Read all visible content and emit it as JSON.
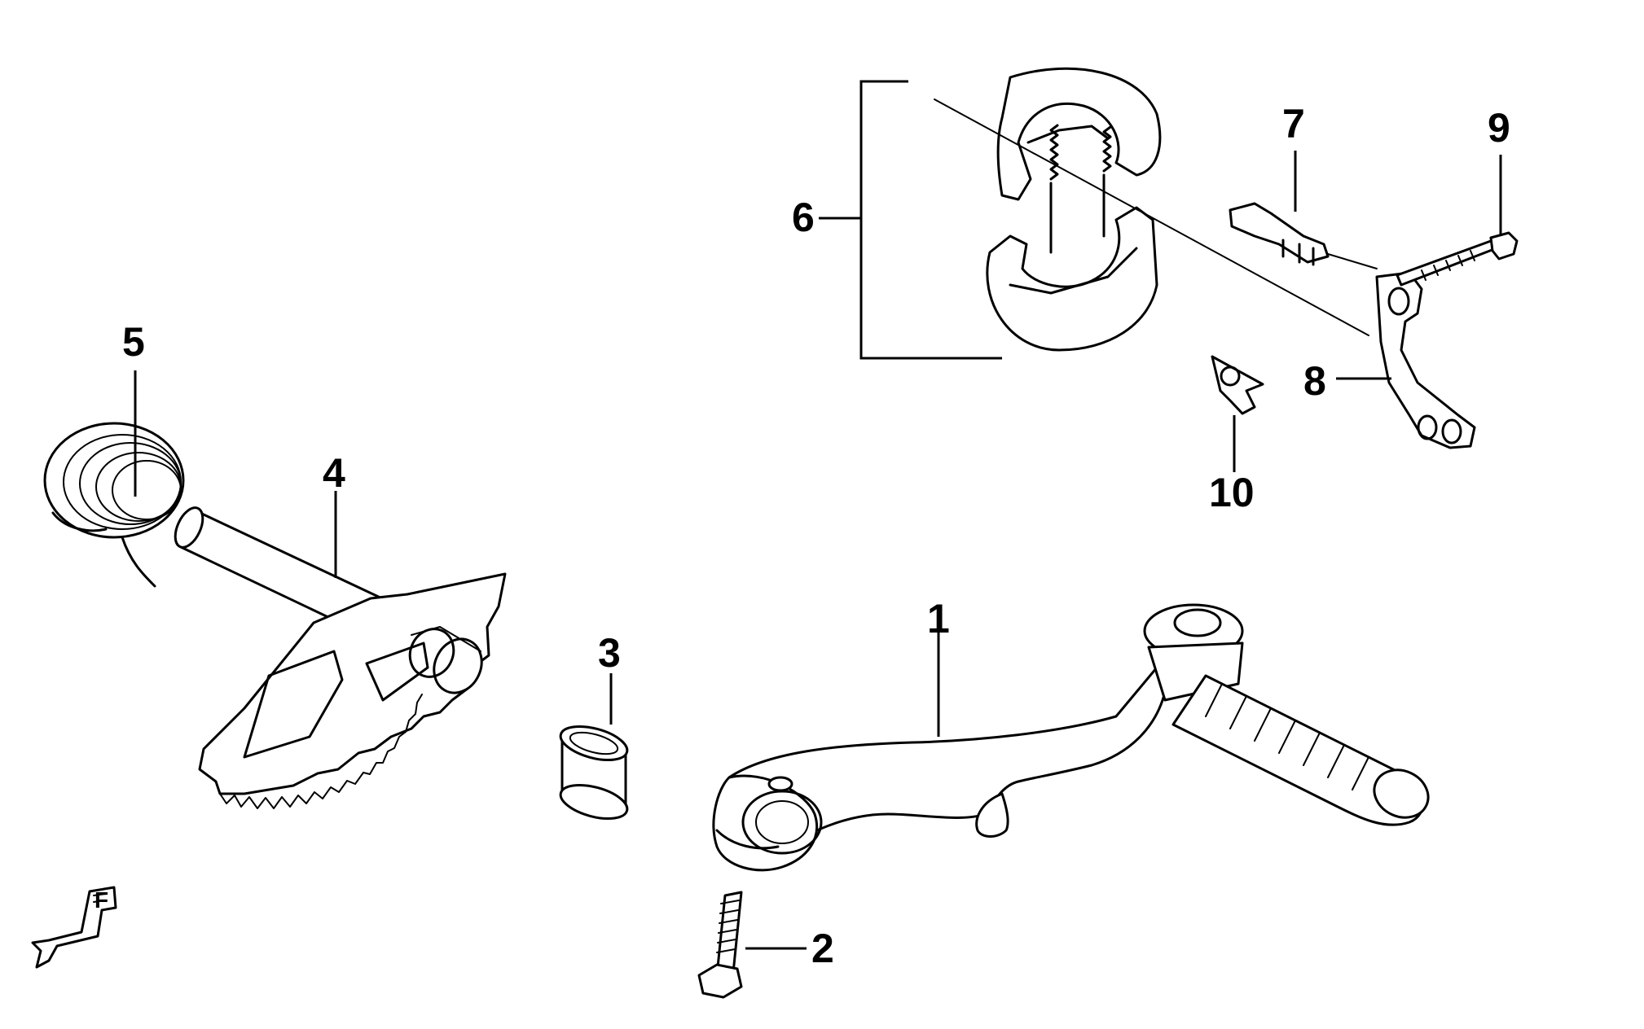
{
  "diagram": {
    "colors": {
      "ink": "#000000",
      "background": "#ffffff"
    },
    "callouts": [
      {
        "id": "1",
        "label": "1",
        "part": "kick-starter-arm"
      },
      {
        "id": "2",
        "label": "2",
        "part": "bolt"
      },
      {
        "id": "3",
        "label": "3",
        "part": "bushing"
      },
      {
        "id": "4",
        "label": "4",
        "part": "kick-starter-spindle"
      },
      {
        "id": "5",
        "label": "5",
        "part": "return-spring"
      },
      {
        "id": "6",
        "label": "6",
        "part": "brake-shoe-set"
      },
      {
        "id": "7",
        "label": "7",
        "part": "brake-cam"
      },
      {
        "id": "8",
        "label": "8",
        "part": "brake-arm"
      },
      {
        "id": "9",
        "label": "9",
        "part": "brake-arm-bolt"
      },
      {
        "id": "10",
        "label": "10",
        "part": "wear-indicator-plate"
      }
    ],
    "front_marker": {
      "icon": "front-direction-arrow-icon",
      "label": "F"
    }
  }
}
